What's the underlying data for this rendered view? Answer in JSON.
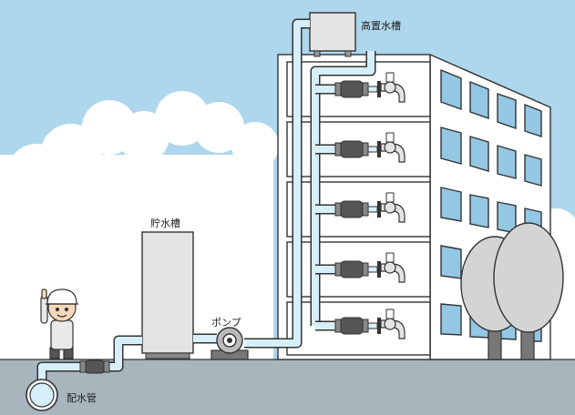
{
  "labels": {
    "high_tank": "高置水槽",
    "storage_tank": "貯水槽",
    "pump": "ポンプ",
    "main_pipe": "配水管"
  },
  "colors": {
    "sky": "#aed6ec",
    "ground": "#a7b5bd",
    "building": "#ffffff",
    "window": "#93c7e3",
    "pipe": "#d7effa",
    "tree": "#d4d4d4",
    "tank": "#e4e4e4",
    "valve": "#555555"
  },
  "floors": 5
}
